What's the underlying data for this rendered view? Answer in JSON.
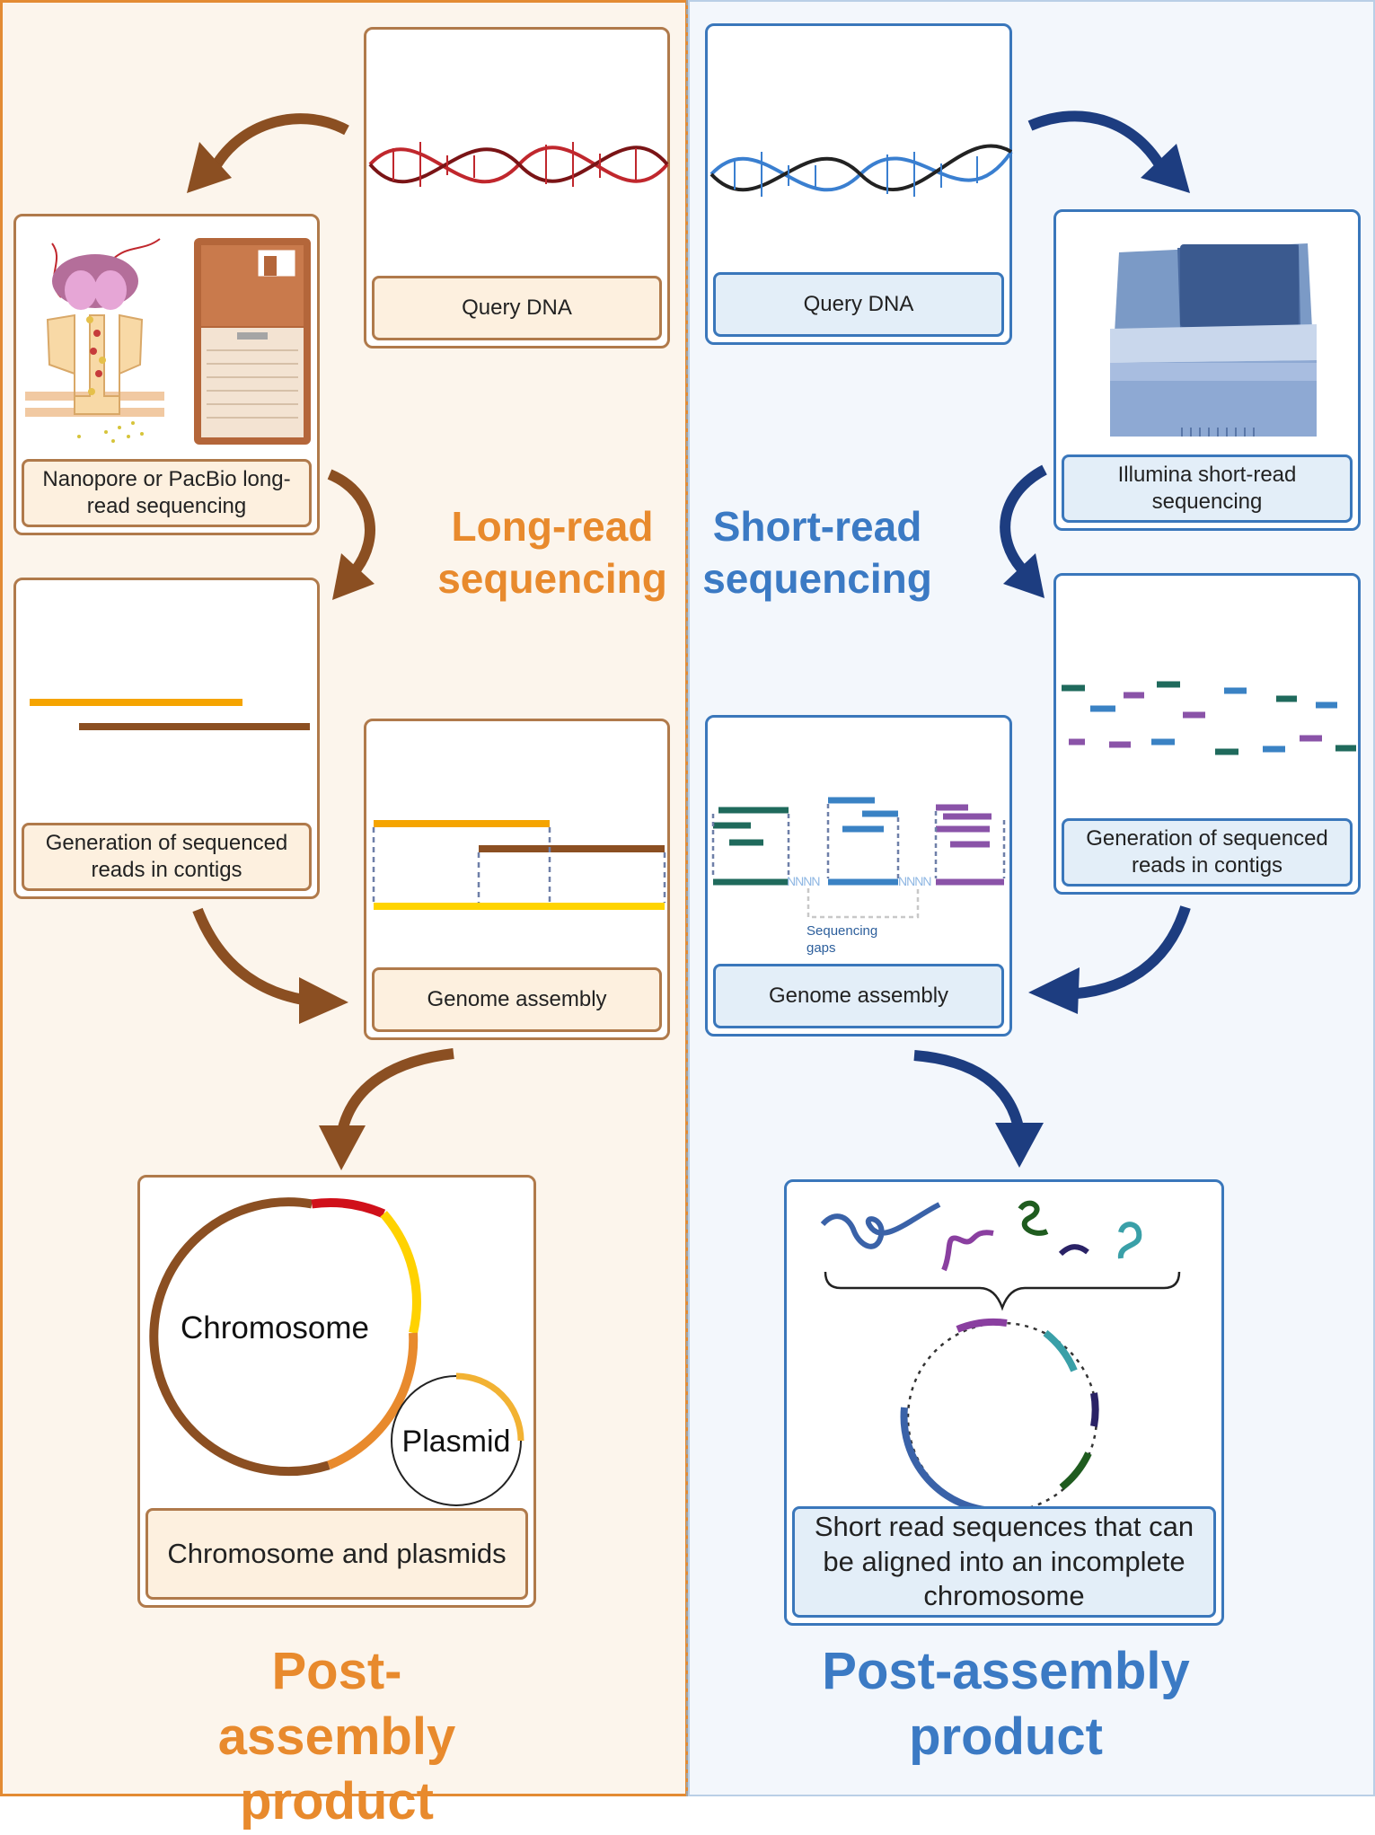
{
  "left": {
    "query_caption": "Query DNA",
    "sequencer_caption": "Nanopore or PacBio long-read sequencing",
    "reads_caption": "Generation of sequenced reads in contigs",
    "assembly_caption": "Genome assembly",
    "product_caption": "Chromosome and plasmids",
    "chromosome_label": "Chromosome",
    "plasmid_label": "Plasmid",
    "section_title": "Long-read sequencing",
    "bottom_title": "Post-assembly product"
  },
  "right": {
    "query_caption": "Query DNA",
    "sequencer_caption": "Illumina short-read sequencing",
    "reads_caption": "Generation of sequenced reads in contigs",
    "assembly_caption": "Genome assembly",
    "gap_label": "Sequencing gaps",
    "gap_n": "NNNN",
    "product_caption": "Short read sequences that can be aligned into an incomplete chromosome",
    "section_title": "Short-read sequencing",
    "bottom_title": "Post-assembly product"
  },
  "colors": {
    "brown_arrow": "#8b4f22",
    "navy_arrow": "#1d3d80",
    "orange_title": "#e88a2d",
    "blue_title": "#3b7ac4"
  }
}
